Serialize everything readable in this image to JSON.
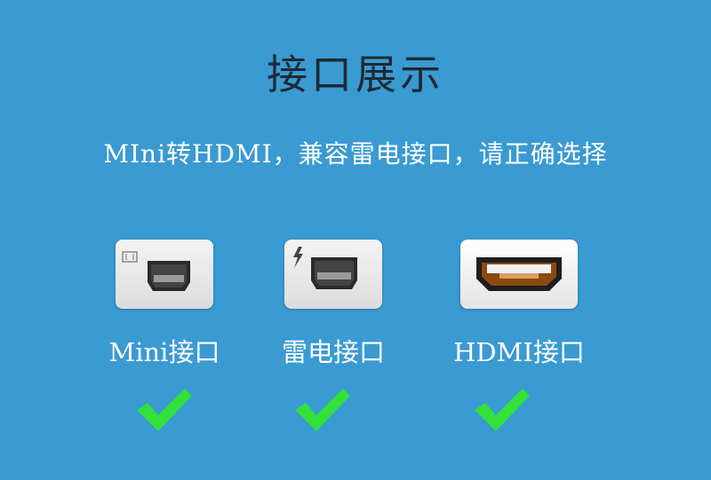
{
  "header": {
    "title": "接口展示",
    "subtitle": "MIni转HDMI，兼容雷电接口，请正确选择"
  },
  "ports": [
    {
      "label": "Mini接口",
      "icon": "mini-displayport-icon"
    },
    {
      "label": "雷电接口",
      "icon": "thunderbolt-icon"
    },
    {
      "label": "HDMI接口",
      "icon": "hdmi-port-icon"
    }
  ],
  "colors": {
    "background": "#3a9ad2",
    "check": "#34e03a",
    "title": "#1c2a33"
  }
}
